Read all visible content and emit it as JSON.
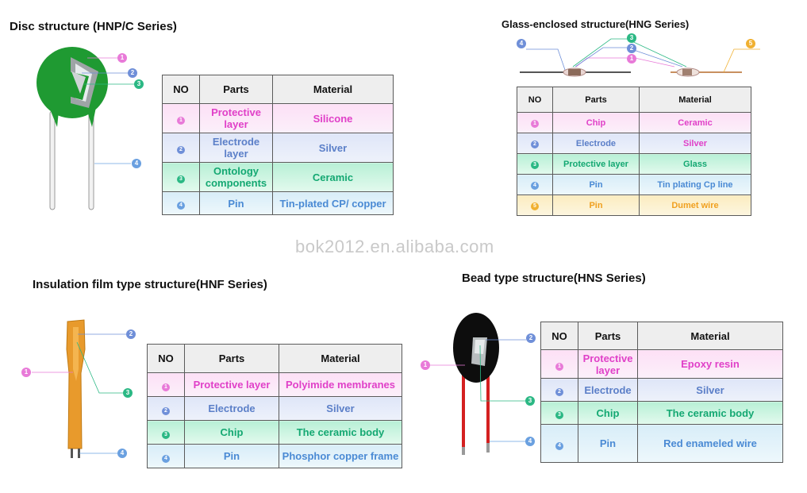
{
  "watermark": "bok2012.en.alibaba.com",
  "headers": {
    "no": "NO",
    "parts": "Parts",
    "material": "Material"
  },
  "colors": {
    "pink": "#e040c8",
    "blue": "#5b7fc8",
    "green": "#14a872",
    "light_blue": "#4a8ad4",
    "yellow": "#f0a020"
  },
  "sections": {
    "disc": {
      "title": "Disc structure (HNP/C Series)",
      "rows": [
        {
          "no": "1",
          "parts": "Protective layer",
          "material": "Silicone"
        },
        {
          "no": "2",
          "parts": "Electrode layer",
          "material": "Silver"
        },
        {
          "no": "3",
          "parts": "Ontology components",
          "material": "Ceramic"
        },
        {
          "no": "4",
          "parts": "Pin",
          "material": "Tin-plated CP/ copper"
        }
      ]
    },
    "glass": {
      "title": "Glass-enclosed structure(HNG Series)",
      "rows": [
        {
          "no": "1",
          "parts": "Chip",
          "material": "Ceramic"
        },
        {
          "no": "2",
          "parts": "Electrode",
          "material": "Silver"
        },
        {
          "no": "3",
          "parts": "Protective layer",
          "material": "Glass"
        },
        {
          "no": "4",
          "parts": "Pin",
          "material": "Tin plating Cp line"
        },
        {
          "no": "5",
          "parts": "Pin",
          "material": "Dumet wire"
        }
      ]
    },
    "film": {
      "title": "Insulation film type structure(HNF Series)",
      "rows": [
        {
          "no": "1",
          "parts": "Protective layer",
          "material": "Polyimide membranes"
        },
        {
          "no": "2",
          "parts": "Electrode",
          "material": "Silver"
        },
        {
          "no": "3",
          "parts": "Chip",
          "material": "The ceramic body"
        },
        {
          "no": "4",
          "parts": "Pin",
          "material": "Phosphor copper frame"
        }
      ]
    },
    "bead": {
      "title": "Bead type structure(HNS Series)",
      "rows": [
        {
          "no": "1",
          "parts": "Protective layer",
          "material": "Epoxy resin"
        },
        {
          "no": "2",
          "parts": "Electrode",
          "material": "Silver"
        },
        {
          "no": "3",
          "parts": "Chip",
          "material": "The ceramic body"
        },
        {
          "no": "4",
          "parts": "Pin",
          "material": "Red enameled wire"
        }
      ]
    }
  }
}
